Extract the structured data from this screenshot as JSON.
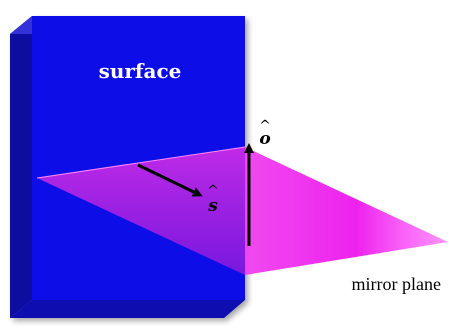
{
  "labels": {
    "surface": "surface",
    "s_vector": "s",
    "o_vector": "o",
    "mirror_plane": "mirror plane"
  },
  "colors": {
    "surface_front": "#1010e8",
    "surface_side": "#0a0aa0",
    "surface_top": "#2a2ad0",
    "mirror_plane": "#ee22ee",
    "arrows": "#000000"
  }
}
